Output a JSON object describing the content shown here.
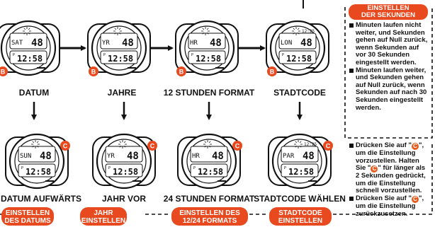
{
  "colors": {
    "accent": "#e8491e",
    "ink": "#111111"
  },
  "top_row": [
    {
      "label": "DATUM",
      "mode": "SAT",
      "value": "48",
      "time": "12:58",
      "button": "B"
    },
    {
      "label": "JAHRE",
      "mode": "YR",
      "value": "48",
      "time": "12:58",
      "button": "B"
    },
    {
      "label": "12 STUNDEN FORMAT",
      "mode": "HR",
      "value": "48",
      "time": "12:58",
      "button": "B"
    },
    {
      "label": "STADTCODE",
      "mode": "LON",
      "value": "48",
      "time": "12:58",
      "sub_time": "12:25",
      "button": "B"
    }
  ],
  "bottom_row": [
    {
      "label": "DATUM AUFWÄRTS",
      "mode": "SUN",
      "value": "48",
      "time": "12:58",
      "button": "C"
    },
    {
      "label": "JAHR VOR",
      "mode": "YR",
      "value": "48",
      "time": "12:58",
      "button": "C"
    },
    {
      "label": "24 STUNDEN FORMAT",
      "mode": "HR",
      "value": "48",
      "time": "12:58",
      "button": "C"
    },
    {
      "label": "STADTCODE WÄHLEN",
      "mode": "PAR",
      "value": "48",
      "time": "12:58",
      "sub_time": "12:25",
      "button": "C"
    }
  ],
  "watch_text": {
    "pm_marker": "P"
  },
  "section_pills": [
    {
      "line1": "EINSTELLEN",
      "line2": "DES DATUMS"
    },
    {
      "line1": "JAHR",
      "line2": "EINSTELLEN"
    },
    {
      "line1": "EINSTELLEN DES",
      "line2": "12/24 FORMATS"
    },
    {
      "line1": "STADTCODE",
      "line2": "EINSTELLEN"
    }
  ],
  "seconds_box": {
    "title_line1": "EINSTELLEN",
    "title_line2": "DER SEKUNDEN",
    "bullets": [
      "Minuten laufen nicht weiter, und Sekunden gehen auf Null zurück, wenn Sekunden auf vor 30 Sekunden eingestellt werden.",
      "Minuten laufen weiter, und Sekunden gehen auf Null zurück, wenn Sekunden auf nach 30 Sekunden eingestellt werden."
    ]
  },
  "c_button_box": {
    "b1_part1": "Drücken Sie auf \"",
    "b1_part2": "\", um die Einstellung vorzustellen. Halten Sie \"",
    "b1_part3": "\" für länger als 2 Sekunden gedrückt, um die Einstellung schnell vorzustellen.",
    "b2_part1": "Drücken Sie auf \"",
    "b2_part2": "\", um die Einstellung zurückzusetzen."
  }
}
